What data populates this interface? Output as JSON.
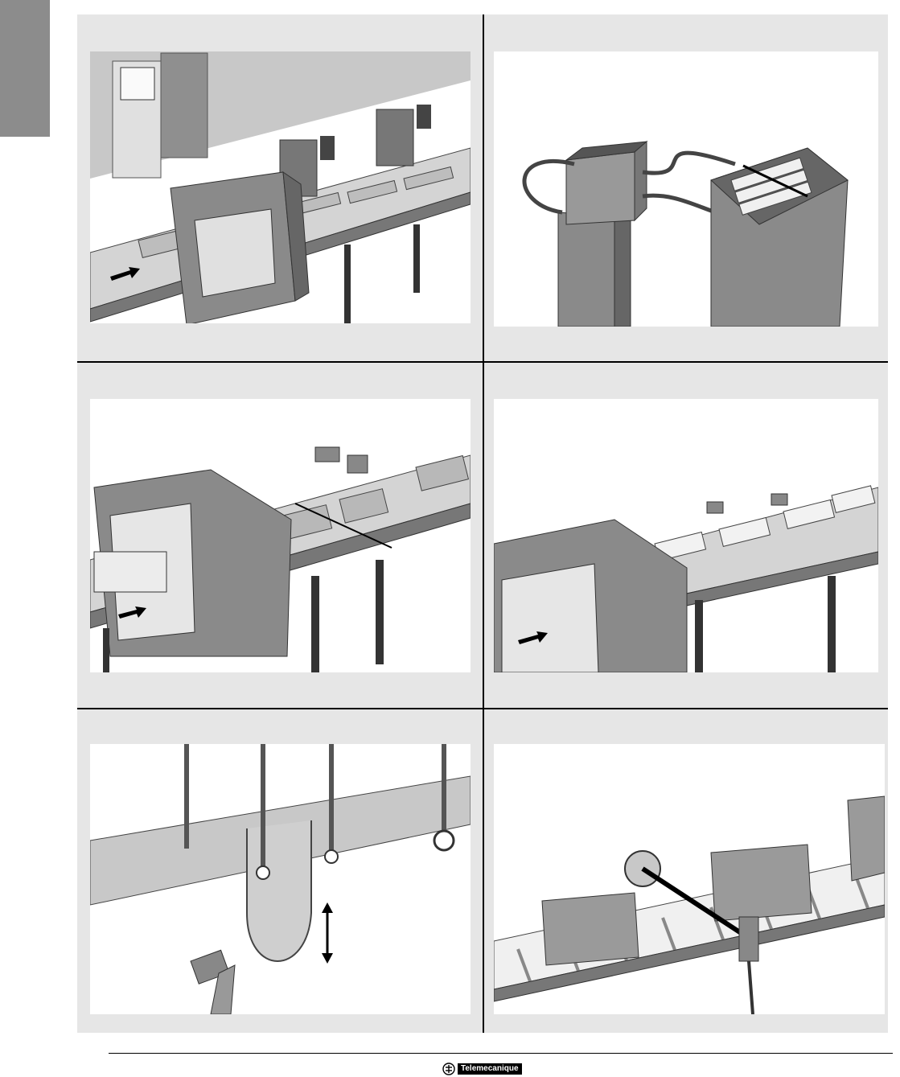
{
  "page": {
    "brand": {
      "name": "Telemecanique",
      "icon": "telemecanique-logo-icon"
    },
    "colors": {
      "panel_bg": "#e6e6e6",
      "ink": "#000000",
      "tab": "#8c8c8c",
      "machine_grey": "#8a8a8a"
    }
  },
  "illustrations": [
    {
      "id": "panel-1",
      "icon": "conveyor-metal-detector-illustration"
    },
    {
      "id": "panel-2",
      "icon": "fibre-optic-amplifier-hopper-illustration"
    },
    {
      "id": "panel-3",
      "icon": "conveyor-food-trays-illustration"
    },
    {
      "id": "panel-4",
      "icon": "conveyor-labels-illustration"
    },
    {
      "id": "panel-5",
      "icon": "web-loop-sensor-illustration"
    },
    {
      "id": "panel-6",
      "icon": "roller-conveyor-boxes-illustration"
    }
  ]
}
